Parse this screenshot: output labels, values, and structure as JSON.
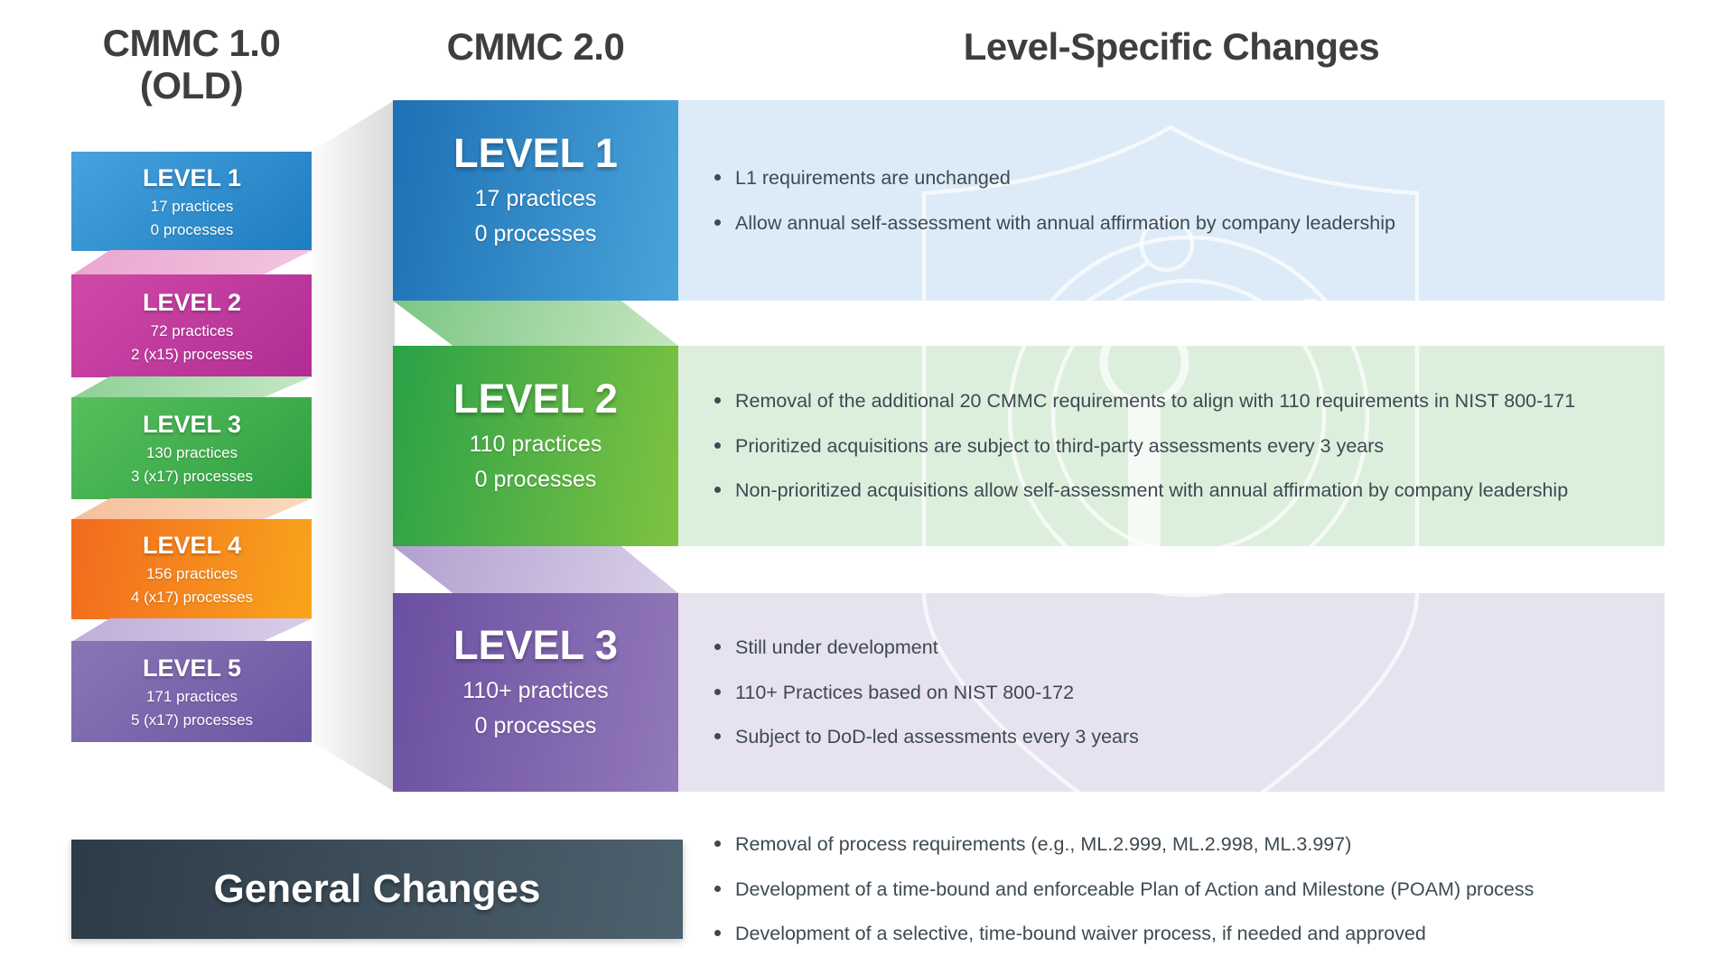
{
  "headers": {
    "old_line1": "CMMC 1.0",
    "old_line2": "(OLD)",
    "new": "CMMC 2.0",
    "changes": "Level-Specific Changes"
  },
  "palette": {
    "page_bg": "#ffffff",
    "header_text": "#3e3e3e",
    "bullet_text": "#3d4a52",
    "funnel_gradient": "linear-gradient(to right, #fcfcfc, #d9d9d9)"
  },
  "old_levels": [
    {
      "title": "LEVEL 1",
      "practices": "17 practices",
      "processes": "0 processes",
      "gradient": "linear-gradient(140deg, #46a3de, #1e7cc0)"
    },
    {
      "title": "LEVEL 2",
      "practices": "72 practices",
      "processes": "2 (x15) processes",
      "gradient": "linear-gradient(140deg, #cf4aa8, #b12c93)"
    },
    {
      "title": "LEVEL 3",
      "practices": "130 practices",
      "processes": "3 (x17) processes",
      "gradient": "linear-gradient(140deg, #57bf5c, #2f9f43)"
    },
    {
      "title": "LEVEL 4",
      "practices": "156 practices",
      "processes": "4 (x17) processes",
      "gradient": "linear-gradient(100deg, #f26a1f, #f9a51c)"
    },
    {
      "title": "LEVEL 5",
      "practices": "171 practices",
      "processes": "5 (x17) processes",
      "gradient": "linear-gradient(140deg, #8a76b5, #6c55a3)"
    }
  ],
  "old_connectors": [
    {
      "gradient": "linear-gradient(105deg, #e9a6cf, #f3c6e0)"
    },
    {
      "gradient": "linear-gradient(105deg, #8ed096, #c6e8c6)"
    },
    {
      "gradient": "linear-gradient(105deg, #f6bf9b, #fbdabe)"
    },
    {
      "gradient": "linear-gradient(105deg, #bfaeda, #d9cee9)"
    }
  ],
  "new_levels": [
    {
      "title": "LEVEL 1",
      "practices": "17 practices",
      "processes": "0 processes",
      "gradient": "linear-gradient(100deg, #1d70b4, #4aa4da)",
      "panel_bg": "#dcebf7",
      "bullets": [
        "L1 requirements are unchanged",
        "Allow annual self-assessment with annual affirmation by company leadership"
      ]
    },
    {
      "title": "LEVEL 2",
      "practices": "110 practices",
      "processes": "0 processes",
      "gradient": "linear-gradient(100deg, #2aa147, #7fc342)",
      "panel_bg": "#dcefdd",
      "bullets": [
        "Removal of the additional 20 CMMC requirements to align with 110 requirements in NIST 800-171",
        "Prioritized acquisitions are subject to third-party assessments every 3 years",
        "Non-prioritized acquisitions allow self-assessment with annual affirmation by company leadership"
      ]
    },
    {
      "title": "LEVEL 3",
      "practices": "110+ practices",
      "processes": "0 processes",
      "gradient": "linear-gradient(100deg, #6b4fa1, #9279b8)",
      "panel_bg": "#e7e2f0",
      "bullets": [
        "Still under development",
        "110+ Practices based on NIST 800-172",
        "Subject to DoD-led assessments every 3 years"
      ]
    }
  ],
  "new_connectors": [
    {
      "gradient": "linear-gradient(105deg, #7cc684, #c5e6c0)"
    },
    {
      "gradient": "linear-gradient(105deg, #b2a0cf, #d9cfe8)"
    }
  ],
  "general": {
    "title": "General Changes",
    "gradient": "linear-gradient(100deg, #2d3b46, #4e616e)",
    "bullets": [
      "Removal of process requirements (e.g., ML.2.999, ML.2.998, ML.3.997)",
      "Development of a time-bound and enforceable Plan of Action and Milestone (POAM) process",
      "Development of a selective, time-bound waiver process, if needed and approved"
    ]
  }
}
